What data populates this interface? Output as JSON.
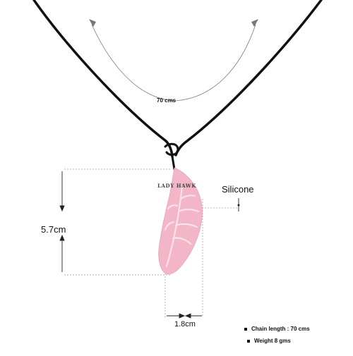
{
  "labels": {
    "chain_length_arc": "70 cms",
    "brand": "LADY HAWK",
    "material": "Silicone",
    "height": "5.7cm",
    "width": "1.8cm"
  },
  "specs": [
    "Chain length : 70 cms",
    "Weight 8 gms"
  ],
  "colors": {
    "cord": "#111111",
    "pendant": "#f2b6c8",
    "pendant_vein": "#fbe1ea",
    "dimension_lines": "#9a9a9a"
  },
  "icons": [
    "arrow-up-left-icon",
    "arrow-up-right-icon",
    "feather-pendant-icon",
    "bullet-square-icon"
  ]
}
